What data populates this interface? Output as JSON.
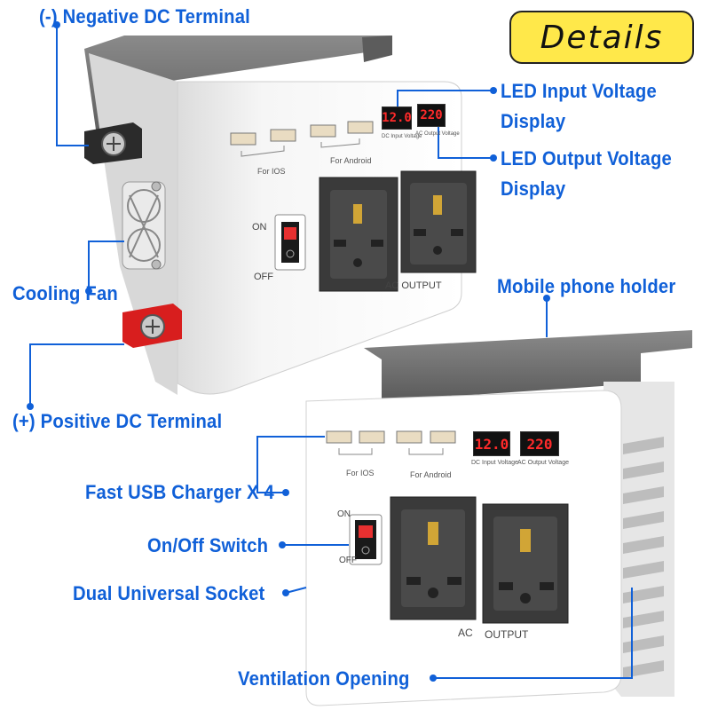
{
  "badge": {
    "title": "Details"
  },
  "callouts": {
    "negative_terminal": "(-) Negative DC Terminal",
    "led_input_1": "LED Input Voltage",
    "led_input_2": "Display",
    "led_output_1": "LED Output Voltage",
    "led_output_2": "Display",
    "cooling_fan": "Cooling Fan",
    "phone_holder": "Mobile phone holder",
    "positive_terminal": "(+) Positive DC Terminal",
    "usb_charger": "Fast USB Charger X 4",
    "onoff_switch": "On/Off Switch",
    "dual_socket": "Dual Universal Socket",
    "ventilation": "Ventilation Opening"
  },
  "device_top": {
    "for_ios": "For IOS",
    "for_android": "For Android",
    "led_input_value": "12.0",
    "led_output_value": "220",
    "led_input_label": "DC Input Voltage",
    "led_output_label": "AC Output Voltage",
    "switch_on": "ON",
    "switch_off": "OFF",
    "ac_output": "AC   OUTPUT"
  },
  "device_bottom": {
    "for_ios": "For IOS",
    "for_android": "For Android",
    "led_input_value": "12.0",
    "led_output_value": "220",
    "led_input_label": "DC Input Voltage",
    "led_output_label": "AC Output Voltage",
    "switch_on": "ON",
    "switch_off": "OFF",
    "ac_label": "AC",
    "output_label": "OUTPUT"
  },
  "colors": {
    "accent": "#1060d8",
    "badge": "#ffe84a",
    "led": "#ff2a2a",
    "holder": "#6e6e6e"
  }
}
